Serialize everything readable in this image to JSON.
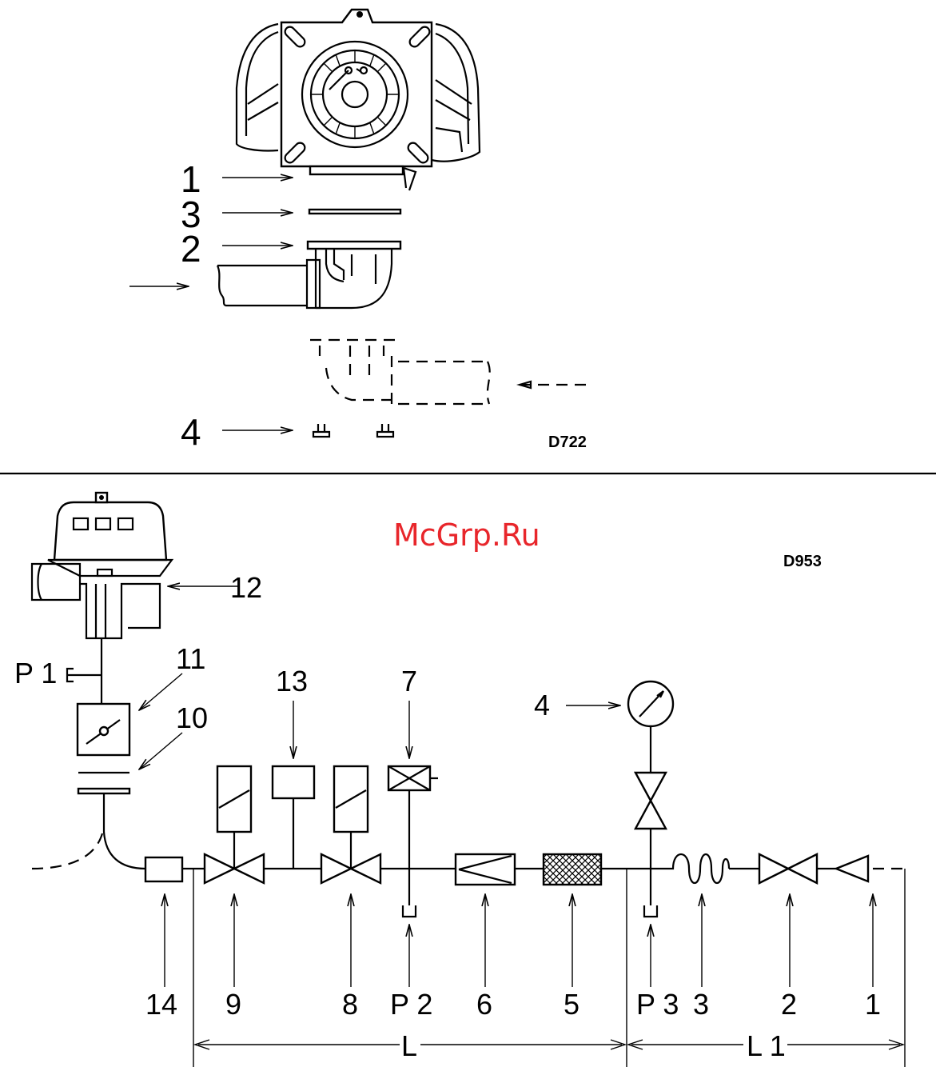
{
  "watermark": "McGrp.Ru",
  "top_diagram": {
    "code": "D722",
    "labels": [
      "1",
      "3",
      "2",
      "4"
    ]
  },
  "bottom_diagram": {
    "code": "D953",
    "labels": {
      "n12": "12",
      "n11": "11",
      "n10": "10",
      "p1": "P 1",
      "n13": "13",
      "n7": "7",
      "n4": "4",
      "bottom": [
        "14",
        "9",
        "8",
        "P 2",
        "6",
        "5",
        "P 3",
        "3",
        "2",
        "1"
      ],
      "dim_L": "L",
      "dim_L1": "L 1"
    }
  }
}
